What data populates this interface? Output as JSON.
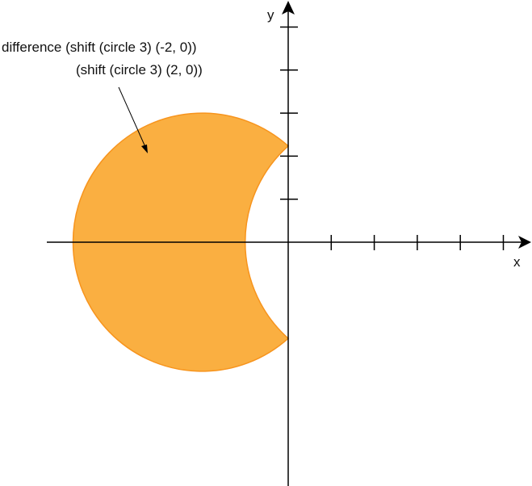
{
  "annotation": {
    "line1": "difference (shift (circle 3) (-2, 0))",
    "line2": "(shift (circle 3) (2, 0))"
  },
  "axes": {
    "x_label": "x",
    "y_label": "y",
    "x_ticks": [
      1,
      2,
      3,
      4,
      5
    ],
    "y_ticks": [
      1,
      2,
      3,
      4,
      5
    ],
    "color": "#000000"
  },
  "shape": {
    "operation": "difference",
    "base": {
      "shape": "circle",
      "radius": 3,
      "center": [
        -2,
        0
      ]
    },
    "subtract": {
      "shape": "circle",
      "radius": 3,
      "center": [
        2,
        0
      ]
    },
    "fill": "#FAAF41",
    "stroke": "#F7941D"
  }
}
